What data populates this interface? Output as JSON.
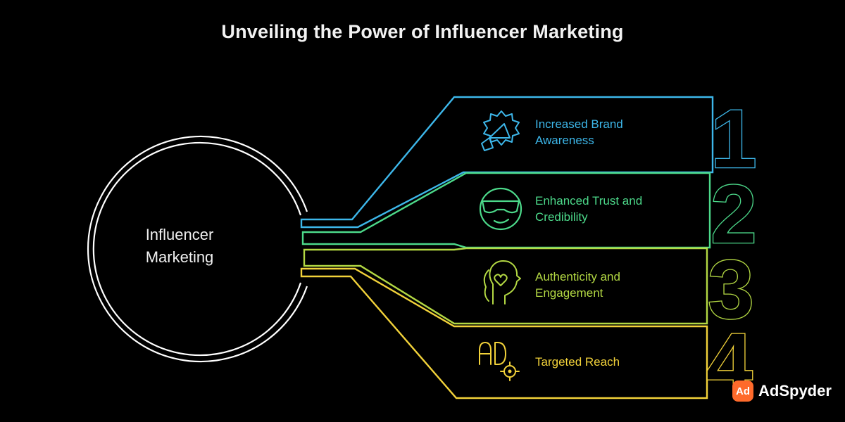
{
  "title": "Unveiling the Power of Influencer Marketing",
  "center": {
    "line1": "Influencer",
    "line2": "Marketing",
    "color": "#ffffff"
  },
  "items": [
    {
      "number": "1",
      "line1": "Increased Brand",
      "line2": "Awareness",
      "color": "#3db7ea",
      "icon": "megaphone-badge-icon"
    },
    {
      "number": "2",
      "line1": "Enhanced Trust and",
      "line2": "Credibility",
      "color": "#4cd98a",
      "icon": "sunglasses-face-icon"
    },
    {
      "number": "3",
      "line1": "Authenticity and",
      "line2": "Engagement",
      "color": "#b3d843",
      "icon": "heart-head-icon"
    },
    {
      "number": "4",
      "line1": "Targeted Reach",
      "line2": "",
      "color": "#f2d23a",
      "icon": "ad-target-icon"
    }
  ],
  "logo": {
    "mark": "Ad",
    "text": "AdSpyder",
    "color": "#ff6a2b"
  }
}
